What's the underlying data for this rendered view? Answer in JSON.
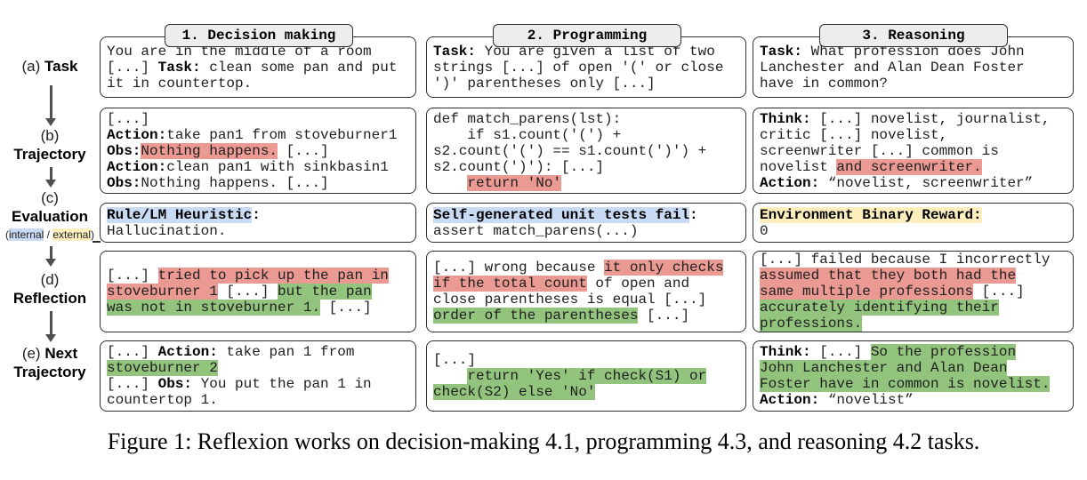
{
  "colors": {
    "hl-red": "#ea9a93",
    "hl-green": "#93c47d",
    "hl-blue": "#c8daf4",
    "hl-yellow": "#fdeebe",
    "box-border": "#2e2e2e",
    "header-bg": "#ededed",
    "arrow": "#4f4f4f",
    "text": "#1f1f1f"
  },
  "caption": "Figure 1: Reflexion works on decision-making 4.1, programming 4.3, and reasoning 4.2 tasks.",
  "rail": {
    "a": [
      [
        {
          "t": "(a) ",
          "s": "p"
        },
        {
          "t": "Task",
          "s": "b"
        }
      ]
    ],
    "b": [
      [
        {
          "t": "(b)",
          "s": "p"
        }
      ],
      [
        {
          "t": "Trajectory",
          "s": "b"
        }
      ]
    ],
    "c": [
      [
        {
          "t": "(c)",
          "s": "p"
        }
      ],
      [
        {
          "t": "Evaluation",
          "s": "b"
        }
      ]
    ],
    "c_sub": [
      [
        {
          "t": "(",
          "s": "p"
        },
        {
          "t": "internal",
          "s": "bl"
        },
        {
          "t": " / ",
          "s": "p"
        },
        {
          "t": "external",
          "s": "y"
        },
        {
          "t": ")",
          "s": "p"
        }
      ]
    ],
    "d": [
      [
        {
          "t": "(d)",
          "s": "p"
        }
      ],
      [
        {
          "t": "Reflection",
          "s": "b"
        }
      ]
    ],
    "e": [
      [
        {
          "t": "(e) ",
          "s": "p"
        },
        {
          "t": "Next",
          "s": "b"
        }
      ],
      [
        {
          "t": "Trajectory",
          "s": "b"
        }
      ]
    ]
  },
  "columns": [
    {
      "header": "1. Decision making",
      "cells": {
        "a": [
          [
            {
              "t": "You are in the middle of a room",
              "s": "p"
            }
          ],
          [
            {
              "t": "[...] ",
              "s": "p"
            },
            {
              "t": "Task:",
              "s": "b"
            },
            {
              "t": " clean some pan and put",
              "s": "p"
            }
          ],
          [
            {
              "t": "it in countertop.",
              "s": "p"
            }
          ]
        ],
        "b": [
          [
            {
              "t": "[...]",
              "s": "p"
            }
          ],
          [
            {
              "t": "Action:",
              "s": "b"
            },
            {
              "t": "take pan1 from stoveburner1",
              "s": "p"
            }
          ],
          [
            {
              "t": "Obs:",
              "s": "b"
            },
            {
              "t": "Nothing happens.",
              "s": "r"
            },
            {
              "t": " [...]",
              "s": "p"
            }
          ],
          [
            {
              "t": "Action:",
              "s": "b"
            },
            {
              "t": "clean pan1 with sinkbasin1",
              "s": "p"
            }
          ],
          [
            {
              "t": "Obs:",
              "s": "b"
            },
            {
              "t": "Nothing happens. [...]",
              "s": "p"
            }
          ]
        ],
        "c": [
          [
            {
              "t": "Rule/LM Heuristic",
              "s": "b bl"
            },
            {
              "t": ":",
              "s": "b"
            }
          ],
          [
            {
              "t": "Hallucination.",
              "s": "p"
            }
          ]
        ],
        "d": [
          [
            {
              "t": "[...] ",
              "s": "p"
            },
            {
              "t": "tried to pick up the pan in",
              "s": "r"
            }
          ],
          [
            {
              "t": "stoveburner 1",
              "s": "r"
            },
            {
              "t": " [...] ",
              "s": "p"
            },
            {
              "t": "but the pan",
              "s": "g"
            }
          ],
          [
            {
              "t": "was not in stoveburner 1.",
              "s": "g"
            },
            {
              "t": " [...]",
              "s": "p"
            }
          ]
        ],
        "e": [
          [
            {
              "t": "[...] ",
              "s": "p"
            },
            {
              "t": "Action:",
              "s": "b"
            },
            {
              "t": " take pan 1 from",
              "s": "p"
            }
          ],
          [
            {
              "t": "stoveburner 2",
              "s": "g"
            }
          ],
          [
            {
              "t": "[...] ",
              "s": "p"
            },
            {
              "t": "Obs:",
              "s": "b"
            },
            {
              "t": " You put the pan 1 in",
              "s": "p"
            }
          ],
          [
            {
              "t": "countertop 1.",
              "s": "p"
            }
          ]
        ]
      }
    },
    {
      "header": "2. Programming",
      "cells": {
        "a": [
          [
            {
              "t": "Task:",
              "s": "b"
            },
            {
              "t": " You are given a list of two",
              "s": "p"
            }
          ],
          [
            {
              "t": "strings [...] of open '(' or close",
              "s": "p"
            }
          ],
          [
            {
              "t": "')' parentheses only [...]",
              "s": "p"
            }
          ]
        ],
        "b": [
          [
            {
              "t": "def match_parens(lst):",
              "s": "p"
            }
          ],
          [
            {
              "t": "    if s1.count('(') +",
              "s": "p"
            }
          ],
          [
            {
              "t": "s2.count('(') == s1.count(')') +",
              "s": "p"
            }
          ],
          [
            {
              "t": "s2.count(')'): [...]",
              "s": "p"
            }
          ],
          [
            {
              "t": "    ",
              "s": "p"
            },
            {
              "t": "return 'No'",
              "s": "r"
            }
          ]
        ],
        "c": [
          [
            {
              "t": "Self-generated unit tests fail",
              "s": "b bl"
            },
            {
              "t": ":",
              "s": "b"
            }
          ],
          [
            {
              "t": "assert match_parens(...)",
              "s": "p"
            }
          ]
        ],
        "d": [
          [
            {
              "t": "[...] wrong because ",
              "s": "p"
            },
            {
              "t": "it only checks",
              "s": "r"
            }
          ],
          [
            {
              "t": "if the total count",
              "s": "r"
            },
            {
              "t": " of open and",
              "s": "p"
            }
          ],
          [
            {
              "t": "close parentheses is equal [...]",
              "s": "p"
            }
          ],
          [
            {
              "t": "order of the parentheses",
              "s": "g"
            },
            {
              "t": " [...]",
              "s": "p"
            }
          ]
        ],
        "e": [
          [
            {
              "t": "[...]",
              "s": "p"
            }
          ],
          [
            {
              "t": "    ",
              "s": "p"
            },
            {
              "t": "return 'Yes' if check(S1) or",
              "s": "g"
            }
          ],
          [
            {
              "t": "check(S2) else 'No'",
              "s": "g"
            }
          ]
        ]
      }
    },
    {
      "header": "3. Reasoning",
      "cells": {
        "a": [
          [
            {
              "t": "Task:",
              "s": "b"
            },
            {
              "t": " What profession does John",
              "s": "p"
            }
          ],
          [
            {
              "t": "Lanchester and Alan Dean Foster",
              "s": "p"
            }
          ],
          [
            {
              "t": "have in common?",
              "s": "p"
            }
          ]
        ],
        "b": [
          [
            {
              "t": "Think:",
              "s": "b"
            },
            {
              "t": " [...] novelist, journalist,",
              "s": "p"
            }
          ],
          [
            {
              "t": "critic [...] novelist,",
              "s": "p"
            }
          ],
          [
            {
              "t": "screenwriter [...] common is",
              "s": "p"
            }
          ],
          [
            {
              "t": "novelist ",
              "s": "p"
            },
            {
              "t": "and screenwriter.",
              "s": "r"
            }
          ],
          [
            {
              "t": "Action:",
              "s": "b"
            },
            {
              "t": " “novelist, screenwriter”",
              "s": "p"
            }
          ]
        ],
        "c": [
          [
            {
              "t": "Environment Binary Reward:",
              "s": "b y"
            }
          ],
          [
            {
              "t": "0",
              "s": "p"
            }
          ]
        ],
        "d": [
          [
            {
              "t": "[...] failed because I incorrectly",
              "s": "p"
            }
          ],
          [
            {
              "t": "assumed that they both had the",
              "s": "r"
            }
          ],
          [
            {
              "t": "same multiple professions",
              "s": "r"
            },
            {
              "t": " [...]",
              "s": "p"
            }
          ],
          [
            {
              "t": "accurately identifying their",
              "s": "g"
            }
          ],
          [
            {
              "t": "professions.",
              "s": "g"
            }
          ]
        ],
        "e": [
          [
            {
              "t": "Think:",
              "s": "b"
            },
            {
              "t": " [...] ",
              "s": "p"
            },
            {
              "t": "So the profession",
              "s": "g"
            }
          ],
          [
            {
              "t": "John Lanchester and Alan Dean",
              "s": "g"
            }
          ],
          [
            {
              "t": "Foster have in common is novelist.",
              "s": "g"
            }
          ],
          [
            {
              "t": "Action:",
              "s": "b"
            },
            {
              "t": " “novelist”",
              "s": "p"
            }
          ]
        ]
      }
    }
  ]
}
